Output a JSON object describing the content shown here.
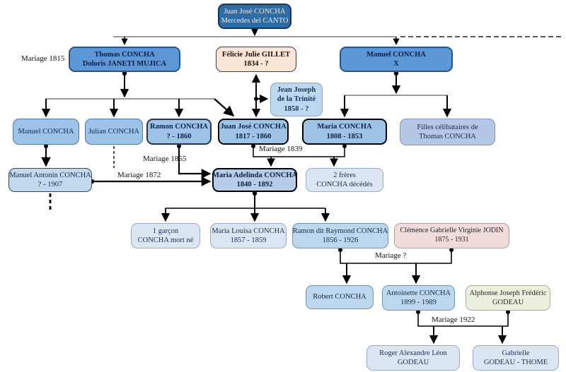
{
  "diagram": {
    "type": "family-tree",
    "language": "fr",
    "colors": {
      "gen1_fill": "#2e6ca6",
      "gen2_fill": "#5e97d5",
      "gen3_fill": "#9dc3e6",
      "light_blue": "#bdd7ee",
      "pale_blue": "#dce6f3",
      "periwinkle": "#b4c7e7",
      "peach": "#fbe5d6",
      "pink": "#f2dcdb",
      "green": "#ebf1de",
      "line": "#000000"
    }
  },
  "nodes": {
    "juan_mercedes": {
      "lines": [
        "Juan José CONCHA",
        "Mercedes del CANTO"
      ]
    },
    "thomas": {
      "lines": [
        "Thomas CONCHA",
        "Doloris JANETI MUJICA"
      ]
    },
    "felicie": {
      "lines": [
        "Félicie Julie GILLET",
        "1834 - ?"
      ]
    },
    "manuel_gen2": {
      "lines": [
        "Manuel CONCHA",
        "X"
      ]
    },
    "jean_joseph": {
      "lines": [
        "Jean Joseph",
        "de la Trinité",
        "1858 - ?"
      ]
    },
    "manuel_gen3": {
      "lines": [
        "Manuel CONCHA"
      ]
    },
    "julian": {
      "lines": [
        "Julian CONCHA"
      ]
    },
    "ramon": {
      "lines": [
        "Ramon CONCHA",
        "? - 1860"
      ]
    },
    "juan_jose_jr": {
      "lines": [
        "Juan José CONCHA",
        "1817 - 1860"
      ]
    },
    "maria": {
      "lines": [
        "Maria CONCHA",
        "1808 - 1853"
      ]
    },
    "filles": {
      "lines": [
        "Filles célibataires de",
        "Thomas CONCHA"
      ]
    },
    "manuel_antonin": {
      "lines": [
        "Manuel Antonin CONCHA",
        "? - 1907"
      ]
    },
    "maria_adelinda": {
      "lines": [
        "Maria Adelinda CONCHA",
        "1840 - 1892"
      ]
    },
    "deux_freres": {
      "lines": [
        "2 frères",
        "CONCHA décédés"
      ]
    },
    "garcon": {
      "lines": [
        "1 garçon",
        "CONCHA mort né"
      ]
    },
    "maria_louisa": {
      "lines": [
        "Maria Louisa CONCHA",
        "1857 - 1859"
      ]
    },
    "ramon_raymond": {
      "lines": [
        "Ramon dit Raymond CONCHA",
        "1856 - 1926"
      ]
    },
    "clemence": {
      "lines": [
        "Clémence Gabrielle Virginie JODIN",
        "1875 - 1931"
      ]
    },
    "robert": {
      "lines": [
        "Robert CONCHA"
      ]
    },
    "antoinette": {
      "lines": [
        "Antoinette CONCHA",
        "1899 - 1989"
      ]
    },
    "alphonse": {
      "lines": [
        "Alphonse Joseph Frédéric",
        "GODEAU"
      ]
    },
    "roger": {
      "lines": [
        "Roger Alexandre Léon",
        "GODEAU"
      ]
    },
    "gabrielle": {
      "lines": [
        "Gabrielle",
        "GODEAU - THOME"
      ]
    }
  },
  "labels": {
    "mariage_1815": "Mariage 1815",
    "mariage_1855": "Mariage 1855",
    "mariage_1839": "Mariage 1839",
    "mariage_1872": "Mariage 1872",
    "mariage_inconnu": "Mariage ?",
    "mariage_1922": "Mariage 1922"
  }
}
